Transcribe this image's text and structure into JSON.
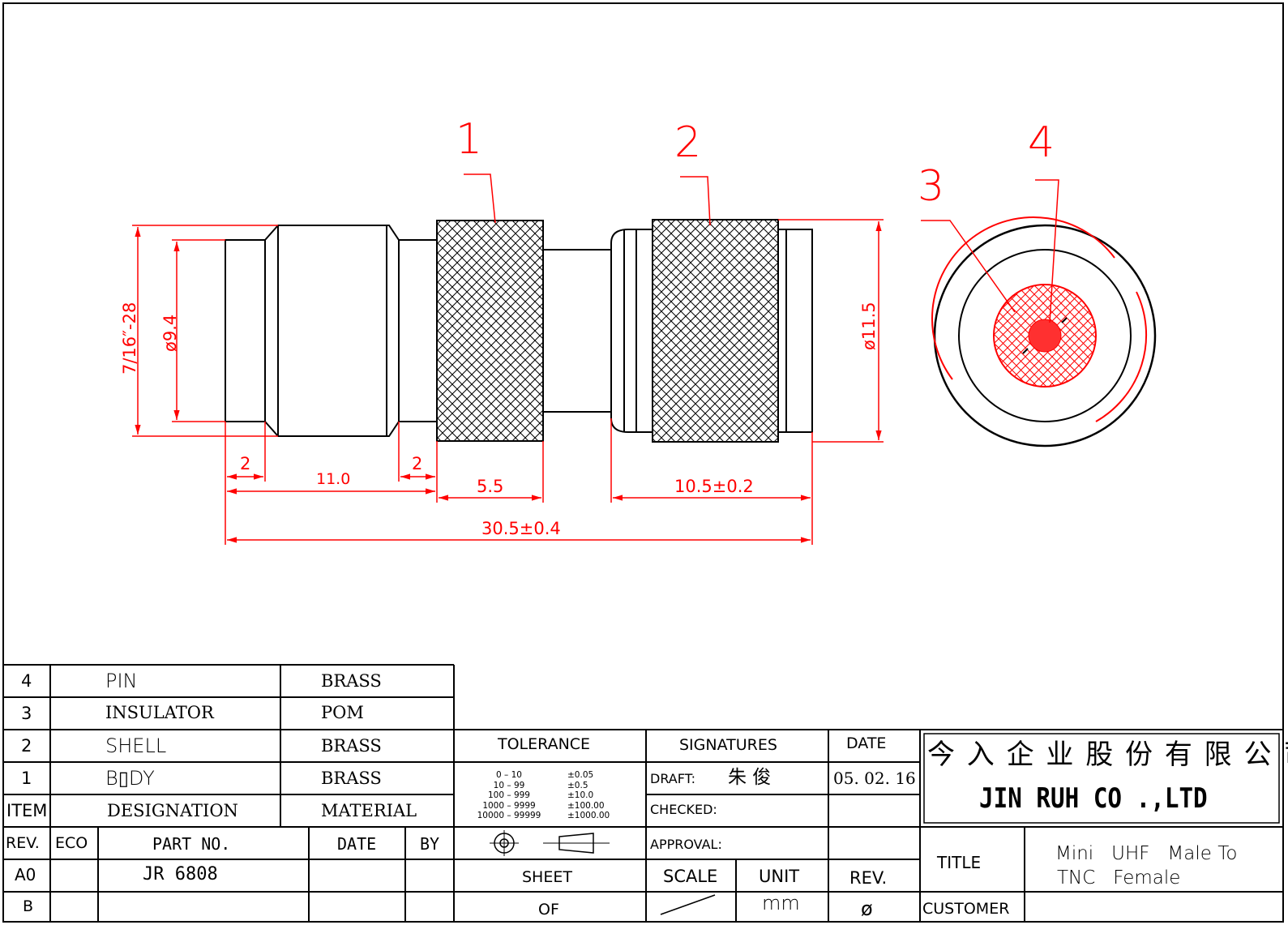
{
  "colors": {
    "dimension": "#ff0000",
    "outline": "#000000",
    "background": "#ffffff"
  },
  "balloons": [
    "1",
    "2",
    "3",
    "4"
  ],
  "dimensions": {
    "thread": "7/16″-28",
    "dia_9_4": "ø9.4",
    "dia_11_5": "ø11.5",
    "len_2_left": "2",
    "len_11": "11.0",
    "len_2_right": "2",
    "len_5_5": "5.5",
    "len_10_5": "10.5±0.2",
    "len_total": "30.5±0.4"
  },
  "bom": [
    {
      "item": "4",
      "designation": "PIN",
      "material": "BRASS"
    },
    {
      "item": "3",
      "designation": "INSULATOR",
      "material": "POM"
    },
    {
      "item": "2",
      "designation": "SHELL",
      "material": "BRASS"
    },
    {
      "item": "1",
      "designation": "B▯DY",
      "material": "BRASS"
    }
  ],
  "bom_header": {
    "item": "ITEM",
    "designation": "DESIGNATION",
    "material": "MATERIAL"
  },
  "revisions": {
    "headers": {
      "rev": "REV.",
      "eco": "ECO",
      "part_no": "PART NO.",
      "date": "DATE",
      "by": "BY"
    },
    "rows": [
      {
        "rev": "A0",
        "part_no": "JR 6808"
      },
      {
        "rev": "B",
        "part_no": ""
      }
    ]
  },
  "tolerance": {
    "label": "TOLERANCE",
    "ranges": [
      "0  –  10",
      "10  –  99",
      "100  –  999",
      "1000  –  9999",
      "10000  –  99999"
    ],
    "values": [
      "±0.05",
      "±0.5",
      "±10.0",
      "±100.00",
      "±1000.00"
    ]
  },
  "signatures": {
    "label": "SIGNATURES",
    "date_label": "DATE",
    "draft_label": "DRAFT:",
    "draft_name": "朱      俊",
    "draft_date": "05. 02. 16",
    "checked_label": "CHECKED:",
    "approval_label": "APPROVAL:"
  },
  "sheet": {
    "sheet_label": "SHEET",
    "of_label": "OF"
  },
  "scale": {
    "scale_label": "SCALE",
    "unit_label": "UNIT",
    "unit_value": "mm",
    "rev_label": "REV.",
    "rev_value": "ø"
  },
  "company": {
    "name_cn": "今 入 企 业 股 份 有 限 公 司",
    "name_en": "JIN  RUH  CO .,LTD"
  },
  "title_block": {
    "title_label": "TITLE",
    "title_line1": "Mini   UHF   Male To",
    "title_line2": "TNC   Female",
    "customer_label": "CUSTOMER"
  }
}
